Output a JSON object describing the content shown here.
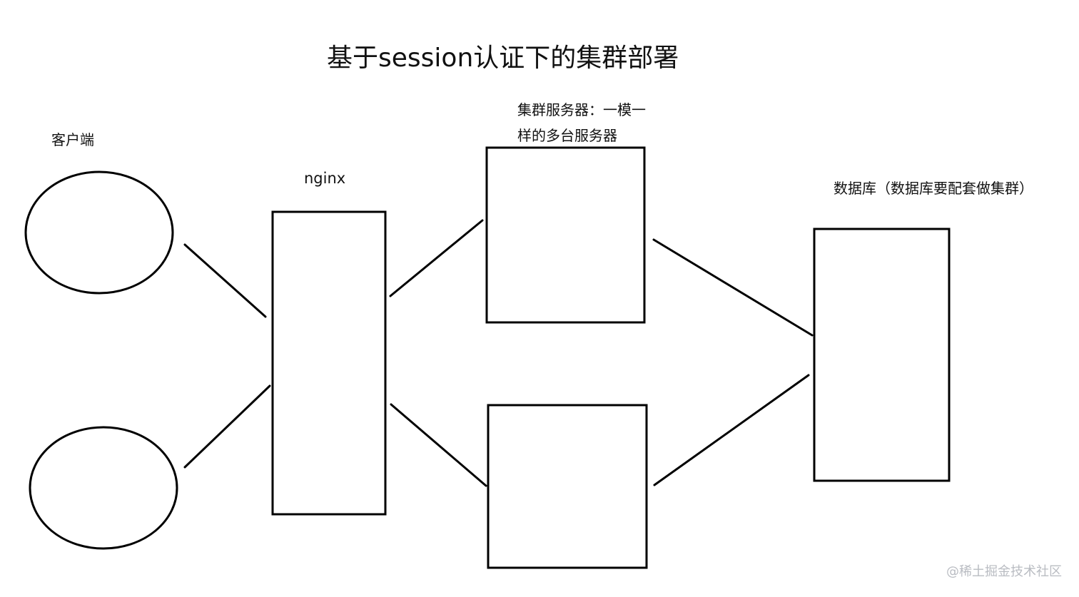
{
  "title": "基于session认证下的集群部署",
  "nodes": {
    "client_label": "客户端",
    "nginx_label": "nginx",
    "cluster_label_line1": "集群服务器：一模一",
    "cluster_label_line2": "样的多台服务器",
    "database_label": "数据库（数据库要配套做集群）"
  },
  "watermark": "@稀土掘金技术社区",
  "colors": {
    "stroke": "#000000",
    "background": "#ffffff",
    "watermark": "#b9bcc2"
  }
}
